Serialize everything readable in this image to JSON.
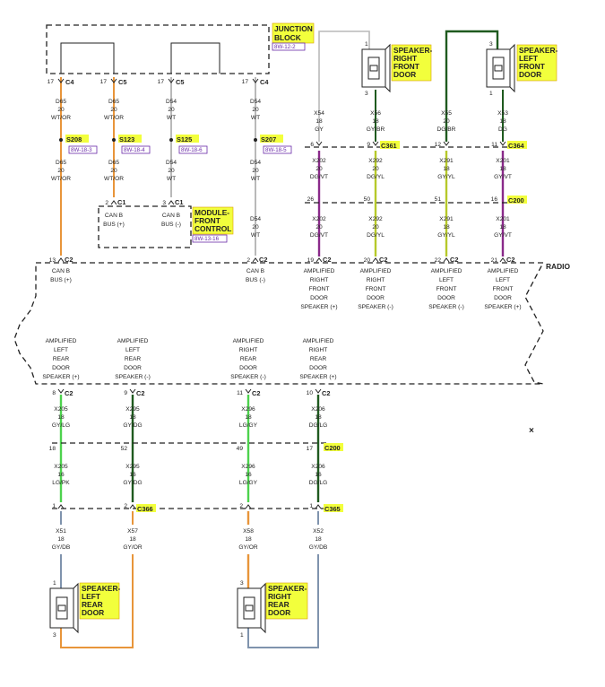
{
  "colors": {
    "orange": "#e8953a",
    "gray": "#b9b9b9",
    "purple": "#8a2a8a",
    "dkgreen": "#1f5a1f",
    "yellowgreen": "#b6c92a",
    "lightgreen": "#4dd24d",
    "slate": "#7f93ad",
    "highlight": "#f2ff3c",
    "refpurple": "#6a2aa8"
  },
  "components": {
    "junction_block": {
      "line1": "JUNCTION",
      "line2": "BLOCK",
      "ref": "8W-12-2"
    },
    "module_front_control": {
      "line1": "MODULE-",
      "line2": "FRONT",
      "line3": "CONTROL",
      "ref": "8W-13-16"
    },
    "radio": {
      "label": "RADIO"
    },
    "speaker_right_front": {
      "line1": "SPEAKER-",
      "line2": "RIGHT",
      "line3": "FRONT",
      "line4": "DOOR",
      "pin_top": "1",
      "pin_bottom": "3"
    },
    "speaker_left_front": {
      "line1": "SPEAKER-",
      "line2": "LEFT",
      "line3": "FRONT",
      "line4": "DOOR",
      "pin_top": "3",
      "pin_bottom": "1"
    },
    "speaker_left_rear": {
      "line1": "SPEAKER-",
      "line2": "LEFT",
      "line3": "REAR",
      "line4": "DOOR",
      "pin_top": "1",
      "pin_bottom": "3"
    },
    "speaker_right_rear": {
      "line1": "SPEAKER-",
      "line2": "RIGHT",
      "line3": "REAR",
      "line4": "DOOR",
      "pin_top": "3",
      "pin_bottom": "1"
    }
  },
  "can_circuits": {
    "c1": {
      "pin": "17",
      "conn": "C4",
      "w1_code": "D65",
      "w1_gauge": "20",
      "w1_color": "WT/OR",
      "splice": "S208",
      "splice_ref": "8W-18-3",
      "w2_code": "D65",
      "w2_gauge": "20",
      "w2_color": "WT/OR",
      "radio_pin": "13",
      "radio_conn": "C2",
      "radio_l1": "CAN B",
      "radio_l2": "BUS (+)"
    },
    "c2": {
      "pin": "17",
      "conn": "C5",
      "w1_code": "D65",
      "w1_gauge": "20",
      "w1_color": "WT/OR",
      "splice": "S123",
      "splice_ref": "8W-18-4",
      "w2_code": "D65",
      "w2_gauge": "20",
      "w2_color": "WT/OR",
      "mod_pin": "2",
      "mod_conn": "C1",
      "mod_l1": "CAN B",
      "mod_l2": "BUS (+)"
    },
    "c3": {
      "pin": "17",
      "conn": "C5",
      "w1_code": "D54",
      "w1_gauge": "20",
      "w1_color": "WT",
      "splice": "S125",
      "splice_ref": "8W-18-6",
      "w2_code": "D54",
      "w2_gauge": "20",
      "w2_color": "WT",
      "mod_pin": "3",
      "mod_conn": "C1",
      "mod_l1": "CAN B",
      "mod_l2": "BUS (-)"
    },
    "c4": {
      "pin": "17",
      "conn": "C4",
      "w1_code": "D54",
      "w1_gauge": "20",
      "w1_color": "WT",
      "splice": "S207",
      "splice_ref": "8W-18-5",
      "w2_code": "D54",
      "w2_gauge": "20",
      "w2_color": "WT",
      "radio_pin": "2",
      "radio_conn": "C2",
      "radio_l1": "CAN B",
      "radio_l2": "BUS (-)"
    }
  },
  "front_circuits": {
    "f1": {
      "w1_code": "X54",
      "w1_gauge": "18",
      "w1_color": "GY",
      "pin_mid": "6",
      "w2_code": "X202",
      "w2_gauge": "20",
      "w2_color": "DG/VT",
      "pin_c200": "26",
      "w3_code": "X202",
      "w3_gauge": "20",
      "w3_color": "DG/VT",
      "radio_pin": "19",
      "radio_conn": "C2",
      "l1": "AMPLIFIED",
      "l2": "RIGHT",
      "l3": "FRONT",
      "l4": "DOOR",
      "l5": "SPEAKER (+)"
    },
    "f2": {
      "w1_code": "X56",
      "w1_gauge": "18",
      "w1_color": "GY/BR",
      "pin_mid": "9",
      "conn_mid": "C361",
      "w2_code": "X292",
      "w2_gauge": "20",
      "w2_color": "DG/YL",
      "pin_c200": "50",
      "w3_code": "X292",
      "w3_gauge": "20",
      "w3_color": "DG/YL",
      "radio_pin": "20",
      "radio_conn": "C2",
      "l1": "AMPLIFIED",
      "l2": "RIGHT",
      "l3": "FRONT",
      "l4": "DOOR",
      "l5": "SPEAKER (-)"
    },
    "f3": {
      "w1_code": "X55",
      "w1_gauge": "20",
      "w1_color": "DG/BR",
      "pin_mid": "12",
      "w2_code": "X291",
      "w2_gauge": "18",
      "w2_color": "GY/YL",
      "pin_c200": "51",
      "w3_code": "X291",
      "w3_gauge": "18",
      "w3_color": "GY/YL",
      "radio_pin": "22",
      "radio_conn": "C2",
      "l1": "AMPLIFIED",
      "l2": "LEFT",
      "l3": "FRONT",
      "l4": "DOOR",
      "l5": "SPEAKER (-)"
    },
    "f4": {
      "w1_code": "X53",
      "w1_gauge": "18",
      "w1_color": "DG",
      "pin_mid": "11",
      "conn_mid": "C364",
      "w2_code": "X201",
      "w2_gauge": "18",
      "w2_color": "GY/VT",
      "pin_c200": "16",
      "conn_c200": "C200",
      "w3_code": "X201",
      "w3_gauge": "18",
      "w3_color": "GY/VT",
      "radio_pin": "21",
      "radio_conn": "C2",
      "l1": "AMPLIFIED",
      "l2": "LEFT",
      "l3": "FRONT",
      "l4": "DOOR",
      "l5": "SPEAKER (+)"
    }
  },
  "rear_circuits": {
    "r1": {
      "l1": "AMPLIFIED",
      "l2": "LEFT",
      "l3": "REAR",
      "l4": "DOOR",
      "l5": "SPEAKER (+)",
      "radio_pin": "8",
      "radio_conn": "C2",
      "w1_code": "X205",
      "w1_gauge": "18",
      "w1_color": "GY/LG",
      "pin_c200": "18",
      "w2_code": "X205",
      "w2_gauge": "16",
      "w2_color": "LG/PK",
      "pin_low": "1",
      "w3_code": "X51",
      "w3_gauge": "18",
      "w3_color": "GY/DB"
    },
    "r2": {
      "l1": "AMPLIFIED",
      "l2": "LEFT",
      "l3": "REAR",
      "l4": "DOOR",
      "l5": "SPEAKER (-)",
      "radio_pin": "9",
      "radio_conn": "C2",
      "w1_code": "X295",
      "w1_gauge": "18",
      "w1_color": "GY/DG",
      "pin_c200": "52",
      "w2_code": "X295",
      "w2_gauge": "16",
      "w2_color": "GY/DG",
      "pin_low": "2",
      "conn_low": "C366",
      "w3_code": "X57",
      "w3_gauge": "18",
      "w3_color": "GY/OR"
    },
    "r3": {
      "l1": "AMPLIFIED",
      "l2": "RIGHT",
      "l3": "REAR",
      "l4": "DOOR",
      "l5": "SPEAKER (-)",
      "radio_pin": "11",
      "radio_conn": "C2",
      "w1_code": "X296",
      "w1_gauge": "18",
      "w1_color": "LG/GY",
      "pin_c200": "49",
      "w2_code": "X296",
      "w2_gauge": "16",
      "w2_color": "LG/GY",
      "pin_low": "2",
      "w3_code": "X58",
      "w3_gauge": "18",
      "w3_color": "GY/OR"
    },
    "r4": {
      "l1": "AMPLIFIED",
      "l2": "RIGHT",
      "l3": "REAR",
      "l4": "DOOR",
      "l5": "SPEAKER (+)",
      "radio_pin": "10",
      "radio_conn": "C2",
      "w1_code": "X206",
      "w1_gauge": "18",
      "w1_color": "DG/LG",
      "pin_c200": "17",
      "conn_c200": "C200",
      "w2_code": "X206",
      "w2_gauge": "16",
      "w2_color": "DG/LG",
      "pin_low": "1",
      "conn_low": "C365",
      "w3_code": "X52",
      "w3_gauge": "18",
      "w3_color": "GY/DB"
    }
  },
  "misc": {
    "mark": "×"
  }
}
